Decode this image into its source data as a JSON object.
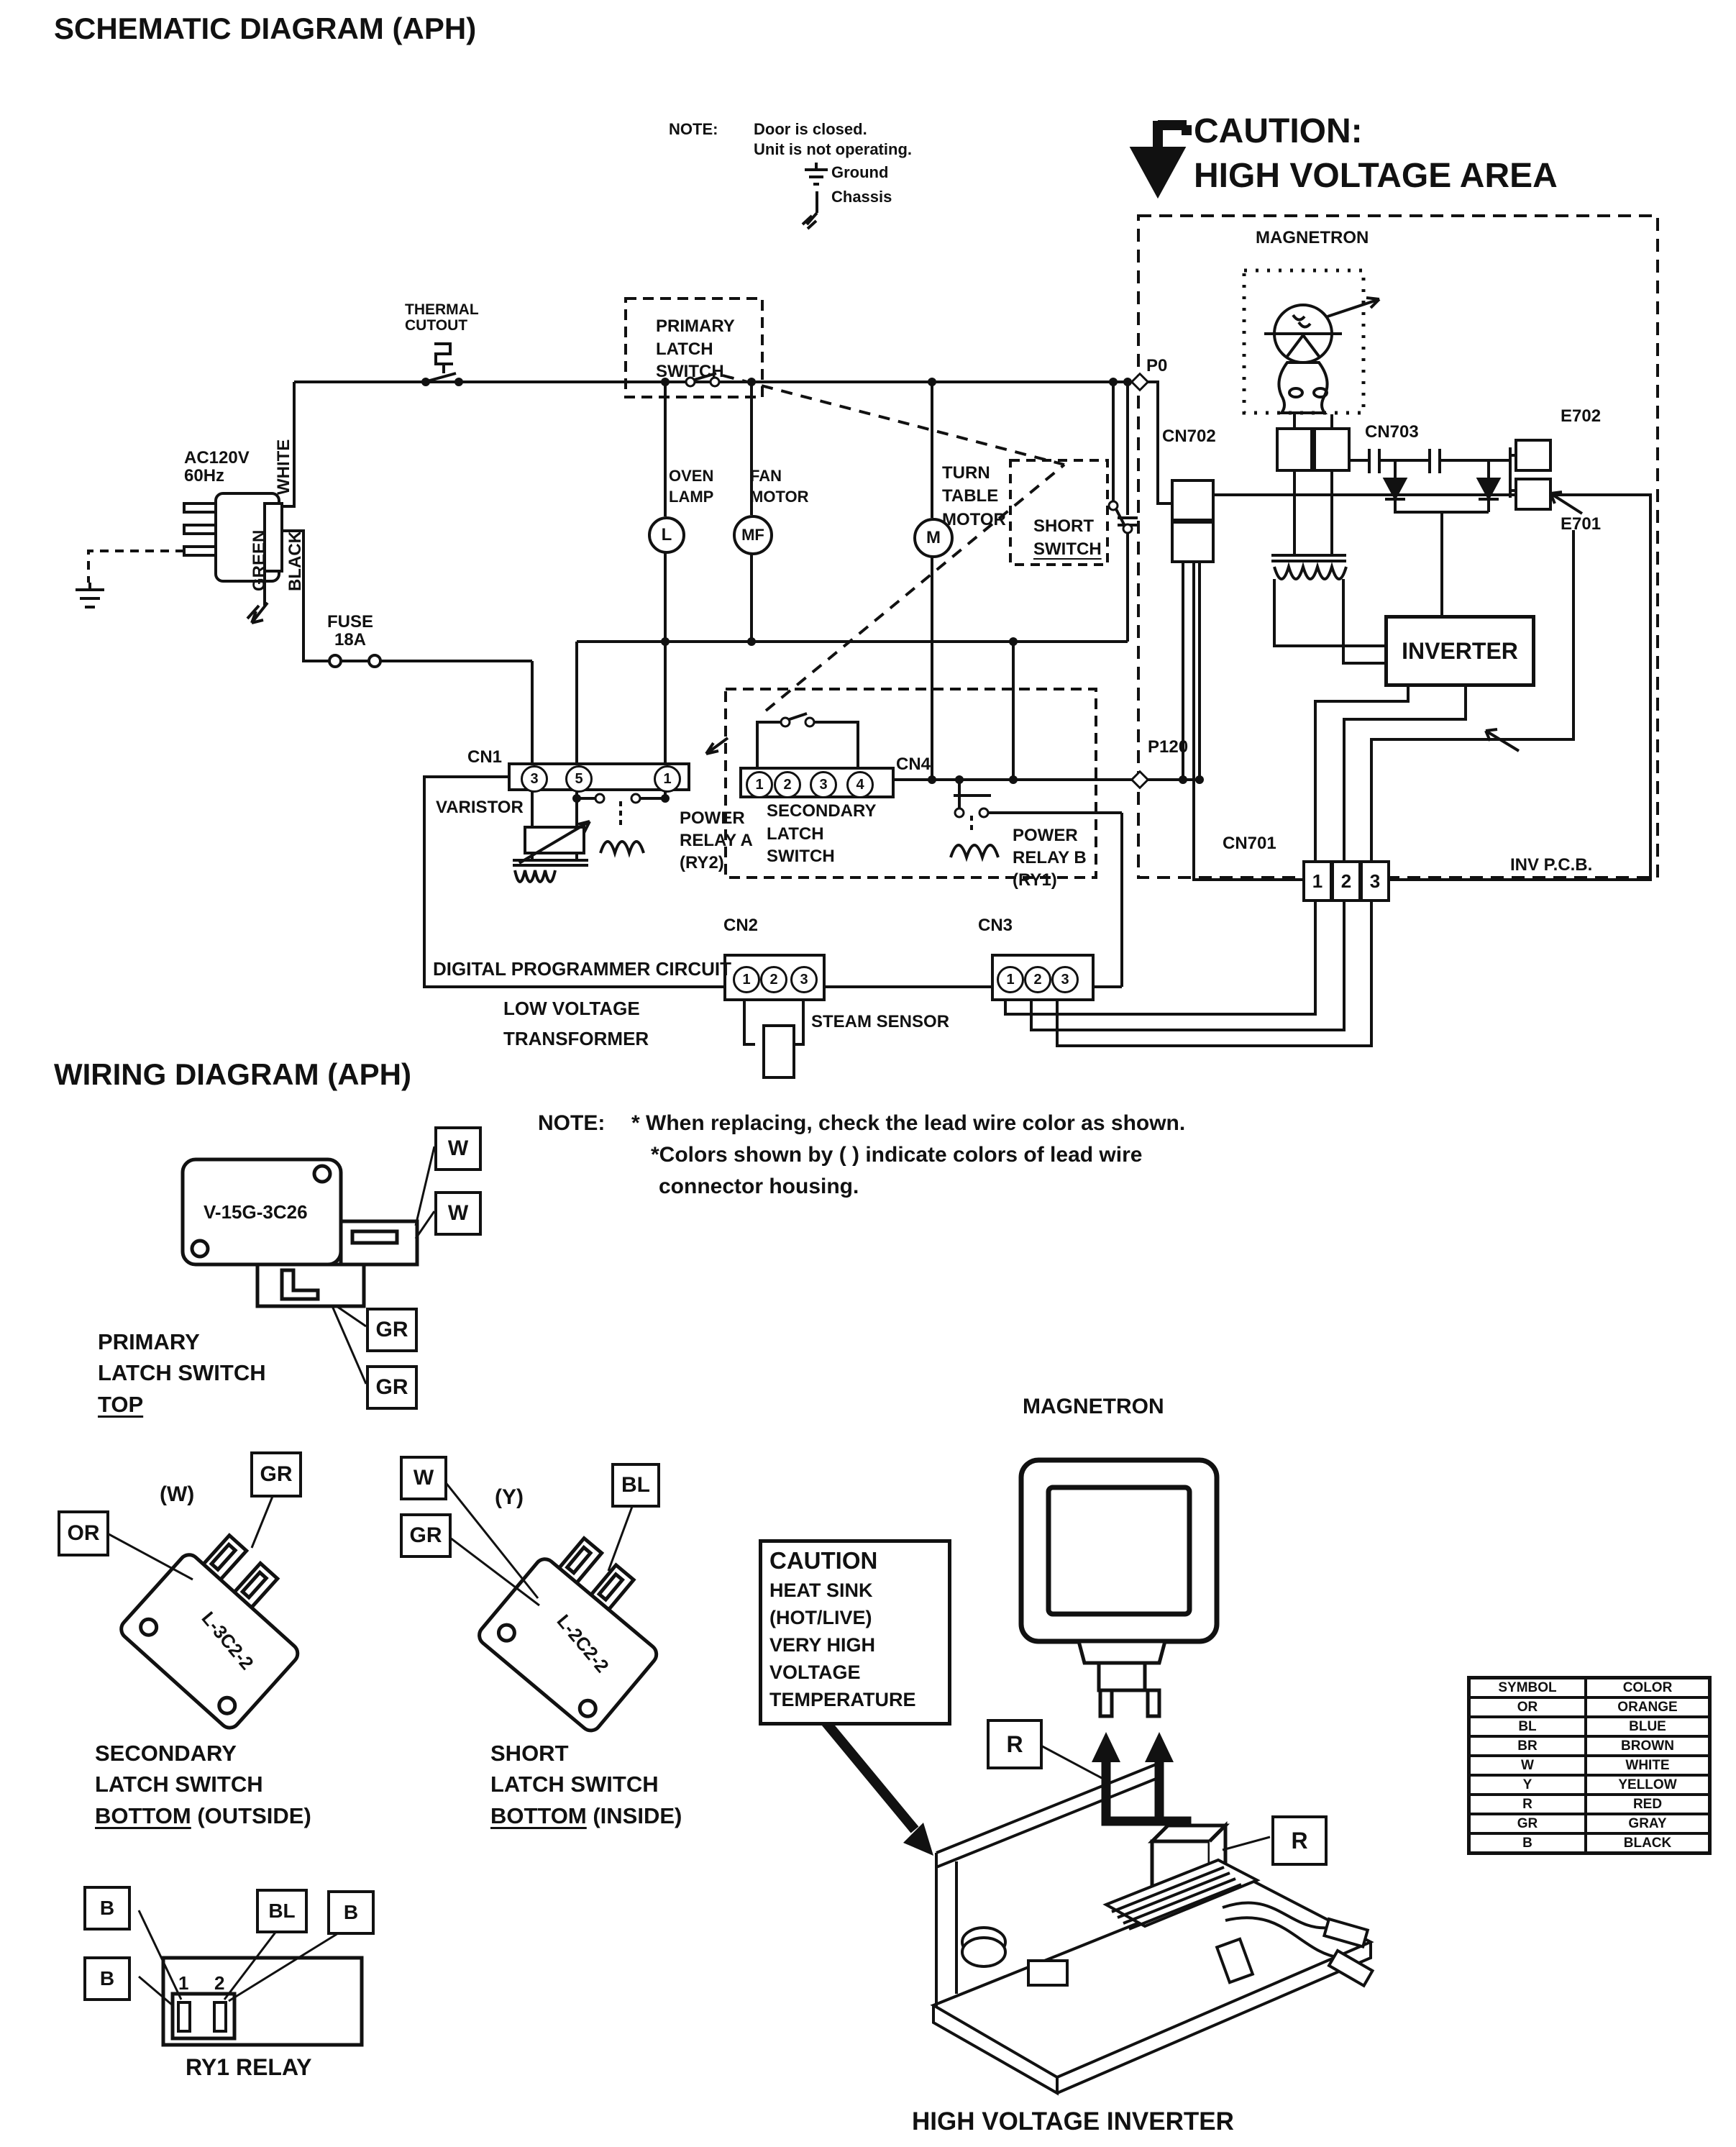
{
  "schematic": {
    "title": "SCHEMATIC DIAGRAM (APH)",
    "note": {
      "label": "NOTE:",
      "line1": "Door is closed.",
      "line2": "Unit is not operating.",
      "ground": "Ground",
      "chassis": "Chassis"
    },
    "caution": {
      "line1": "CAUTION:",
      "line2": "HIGH VOLTAGE AREA"
    },
    "labels": {
      "magnetron": "MAGNETRON",
      "cn702": "CN702",
      "cn703": "CN703",
      "p0": "P0",
      "p120": "P120",
      "e702": "E702",
      "e701": "E701",
      "inverter": "INVERTER",
      "cn701": "CN701",
      "inv_pcb": "INV P.C.B.",
      "thermal1": "THERMAL",
      "thermal2": "CUTOUT",
      "ac1": "AC120V",
      "ac2": "60Hz",
      "white": "WHITE",
      "green": "GREEN",
      "black": "BLACK",
      "fuse1": "FUSE",
      "fuse2": "18A",
      "primary1": "PRIMARY",
      "primary2": "LATCH",
      "primary3": "SWITCH",
      "oven1": "OVEN",
      "oven2": "LAMP",
      "lamp_sym": "L",
      "fan1": "FAN",
      "fan2": "MOTOR",
      "fan_sym": "MF",
      "turn1": "TURN",
      "turn2": "TABLE",
      "turn3": "MOTOR",
      "turn_sym": "M",
      "short1": "SHORT",
      "short2": "SWITCH",
      "cn1": "CN1",
      "varistor": "VARISTOR",
      "relay_a1": "POWER",
      "relay_a2": "RELAY A",
      "relay_a3": "(RY2)",
      "sec1": "SECONDARY",
      "sec2": "LATCH",
      "sec3": "SWITCH",
      "cn4": "CN4",
      "relay_b1": "POWER",
      "relay_b2": "RELAY B",
      "relay_b3": "(RY1)",
      "dpc": "DIGITAL PROGRAMMER CIRCUIT",
      "lv1": "LOW VOLTAGE",
      "lv2": "TRANSFORMER",
      "cn2": "CN2",
      "cn3": "CN3",
      "steam": "STEAM SENSOR"
    },
    "pins": {
      "cn1": [
        "3",
        "5",
        "1"
      ],
      "sec": [
        "1",
        "2",
        "3",
        "4"
      ],
      "cn2": [
        "1",
        "2",
        "3"
      ],
      "cn3": [
        "1",
        "2",
        "3"
      ],
      "cn701": [
        "1",
        "2",
        "3"
      ]
    }
  },
  "wiring": {
    "title": "WIRING DIAGRAM (APH)",
    "note": {
      "label": "NOTE:",
      "line1": "* When replacing, check the lead wire color as shown.",
      "line2": "*Colors shown by ( ) indicate colors of lead wire",
      "line3": "connector housing."
    },
    "primary": {
      "part": "V-15G-3C26",
      "tag_w1": "W",
      "tag_w2": "W",
      "tag_gr1": "GR",
      "tag_gr2": "GR",
      "cap1": "PRIMARY",
      "cap2": "LATCH SWITCH",
      "cap3": "TOP"
    },
    "secondary": {
      "part": "L-3C2-2",
      "tag_or": "OR",
      "tag_w": "(W)",
      "tag_gr": "GR",
      "cap1": "SECONDARY",
      "cap2": "LATCH SWITCH",
      "cap3": "BOTTOM",
      "cap3b": " (OUTSIDE)"
    },
    "short": {
      "part": "L-2C2-2",
      "tag_w": "W",
      "tag_gr": "GR",
      "tag_y": "(Y)",
      "tag_bl": "BL",
      "cap1": "SHORT",
      "cap2": "LATCH SWITCH",
      "cap3": "BOTTOM",
      "cap3b": " (INSIDE)"
    },
    "magnetron": "MAGNETRON",
    "caution": {
      "title": "CAUTION",
      "l1": "HEAT SINK",
      "l2": "(HOT/LIVE)",
      "l3": "VERY HIGH",
      "l4": "VOLTAGE",
      "l5": "TEMPERATURE"
    },
    "r1": "R",
    "r2": "R",
    "relay": {
      "tag_b1": "B",
      "tag_b2": "B",
      "tag_bl": "BL",
      "tag_b3": "B",
      "pin1": "1",
      "pin2": "2",
      "caption": "RY1 RELAY"
    },
    "hv_inverter": "HIGH VOLTAGE INVERTER",
    "color_table": {
      "headers": [
        "SYMBOL",
        "COLOR"
      ],
      "rows": [
        [
          "OR",
          "ORANGE"
        ],
        [
          "BL",
          "BLUE"
        ],
        [
          "BR",
          "BROWN"
        ],
        [
          "W",
          "WHITE"
        ],
        [
          "Y",
          "YELLOW"
        ],
        [
          "R",
          "RED"
        ],
        [
          "GR",
          "GRAY"
        ],
        [
          "B",
          "BLACK"
        ]
      ]
    }
  }
}
